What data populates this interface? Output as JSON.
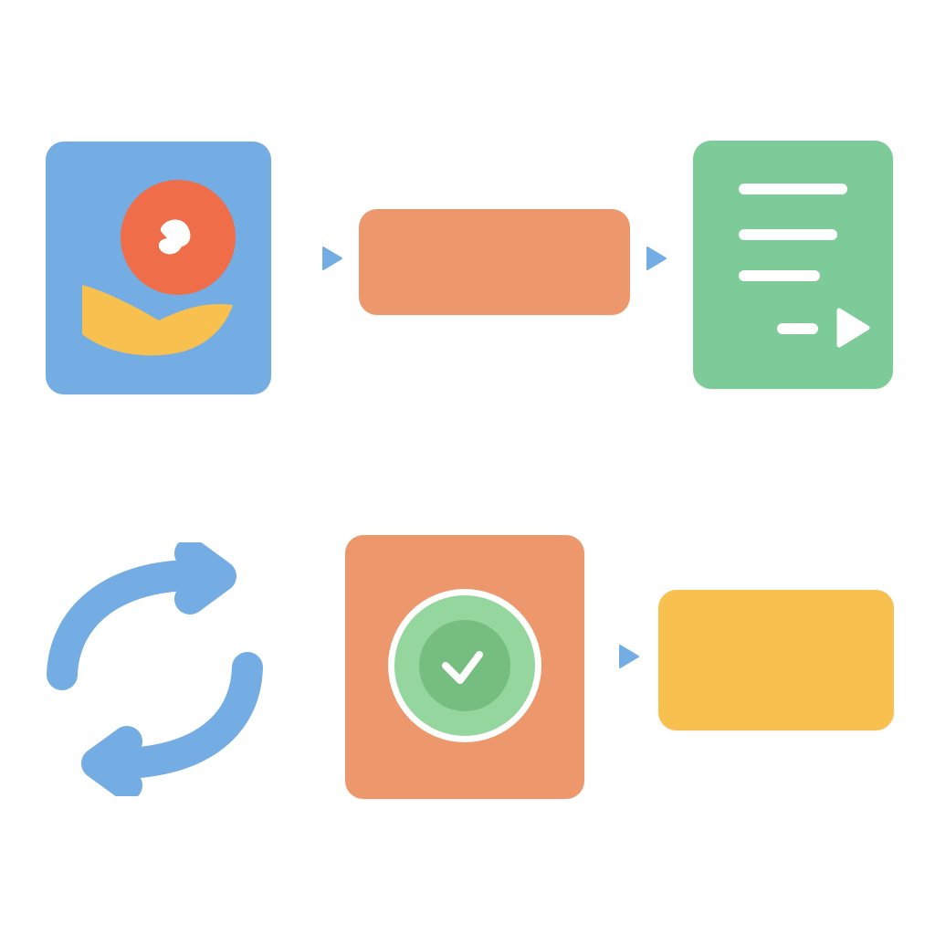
{
  "colors": {
    "background": "#ffffff",
    "blue": "#73ade3",
    "orange": "#ec986c",
    "green": "#7ccb98",
    "yellow": "#f7c04f",
    "red": "#ef6e49",
    "white": "#ffffff"
  },
  "diagram": {
    "rows": [
      {
        "nodes": [
          {
            "name": "top-left-image-card",
            "icon": "image-icon"
          },
          {
            "name": "top-middle-process-box",
            "icon": ""
          },
          {
            "name": "top-right-document-card",
            "icon": "document-play-icon"
          }
        ],
        "connectors": [
          "arrow-right-icon",
          "arrow-right-icon"
        ]
      },
      {
        "nodes": [
          {
            "name": "bottom-left-sync-icon",
            "icon": "sync-icon"
          },
          {
            "name": "bottom-middle-check-card",
            "icon": "check-circle-icon"
          },
          {
            "name": "bottom-right-output-box",
            "icon": ""
          }
        ],
        "connectors": [
          "arrow-right-icon"
        ]
      }
    ]
  }
}
